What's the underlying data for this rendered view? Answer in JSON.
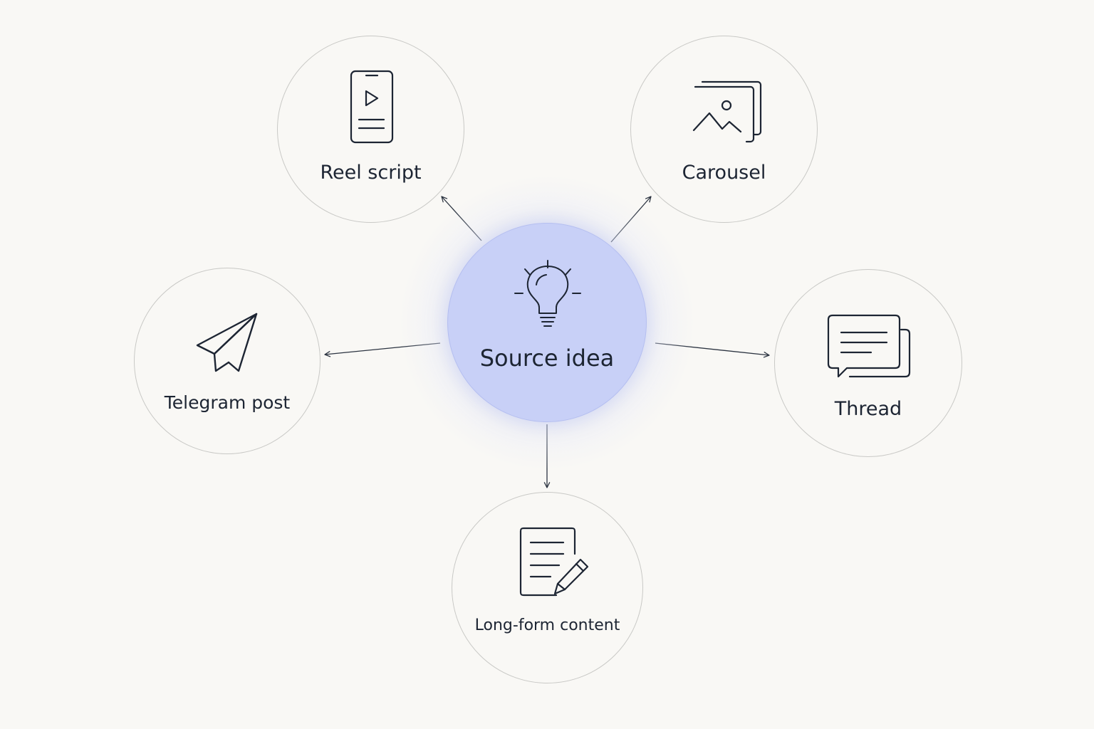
{
  "diagram": {
    "center": {
      "label": "Source idea",
      "icon": "lightbulb-icon",
      "fill_color": "#c8d0f7"
    },
    "nodes": [
      {
        "id": "reel",
        "label": "Reel script",
        "icon": "phone-play-icon"
      },
      {
        "id": "carousel",
        "label": "Carousel",
        "icon": "image-stack-icon"
      },
      {
        "id": "telegram",
        "label": "Telegram post",
        "icon": "paper-plane-icon"
      },
      {
        "id": "thread",
        "label": "Thread",
        "icon": "chat-bubbles-icon"
      },
      {
        "id": "longform",
        "label": "Long-form content",
        "icon": "document-pencil-icon"
      }
    ],
    "edges": [
      {
        "from": "Source idea",
        "to": "Reel script"
      },
      {
        "from": "Source idea",
        "to": "Carousel"
      },
      {
        "from": "Source idea",
        "to": "Telegram post"
      },
      {
        "from": "Source idea",
        "to": "Thread"
      },
      {
        "from": "Source idea",
        "to": "Long-form content"
      }
    ],
    "colors": {
      "background": "#f9f8f5",
      "node_border": "#c9c9c6",
      "center_fill": "#c8d0f7",
      "ink": "#1d2533",
      "arrow": "#2b3340"
    }
  }
}
